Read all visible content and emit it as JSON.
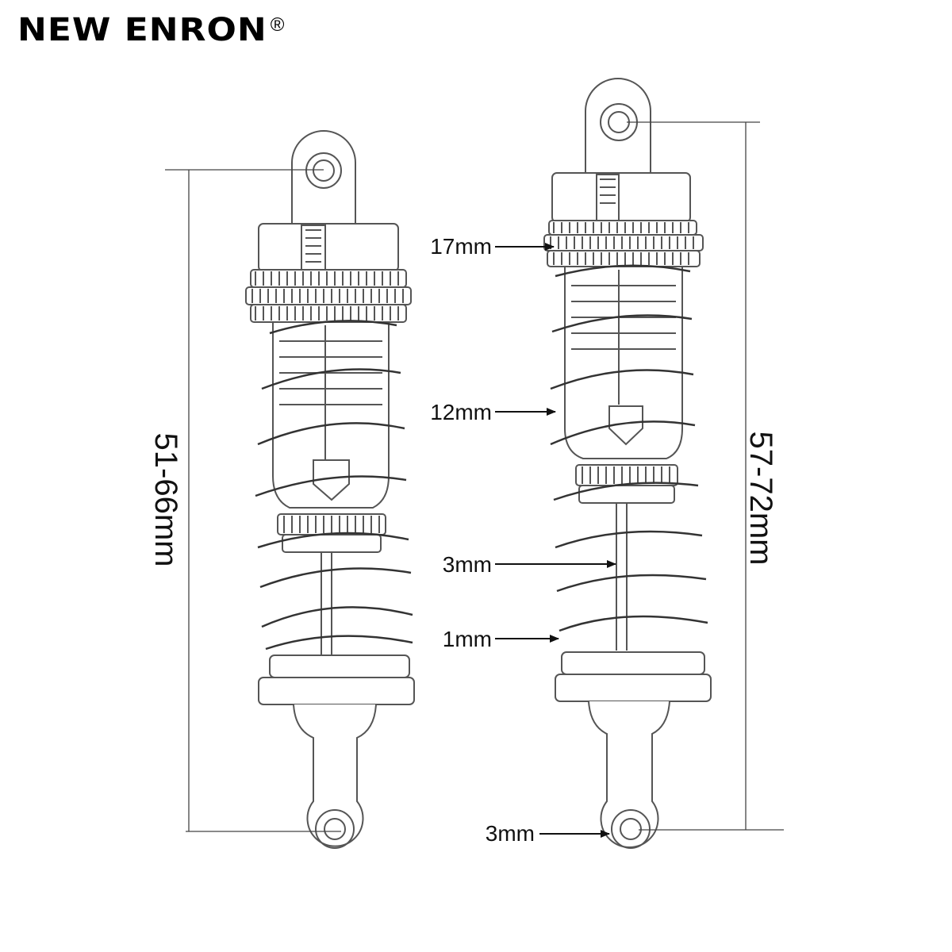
{
  "brand": {
    "name": "NEW ENRON",
    "mark": "®"
  },
  "left_shock": {
    "length_range": "51-66mm"
  },
  "right_shock": {
    "length_range": "57-72mm"
  },
  "callouts": [
    {
      "id": "top-ring",
      "text": "17mm"
    },
    {
      "id": "body",
      "text": "12mm"
    },
    {
      "id": "shaft",
      "text": "3mm"
    },
    {
      "id": "spring-wire",
      "text": "1mm"
    },
    {
      "id": "bottom-hole",
      "text": "3mm"
    }
  ],
  "colors": {
    "line": "#111111",
    "outline": "#555555",
    "dim": "#444444"
  }
}
